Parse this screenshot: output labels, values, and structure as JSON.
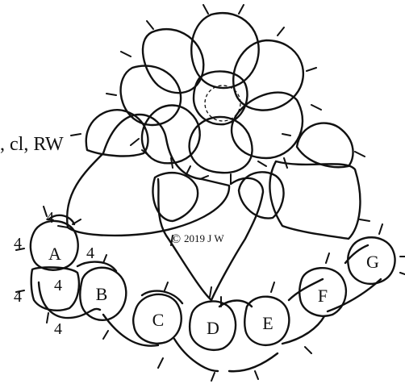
{
  "instruction_text": ", cl, RW",
  "copyright_text": "2019 J W",
  "copyright_symbol": "©",
  "ring_labels": [
    "A",
    "B",
    "C",
    "D",
    "E",
    "F",
    "G"
  ],
  "stitch_counts": [
    "4",
    "4",
    "4",
    "4",
    "4",
    "4"
  ],
  "colors": {
    "ink": "#111111",
    "background": "#ffffff"
  }
}
